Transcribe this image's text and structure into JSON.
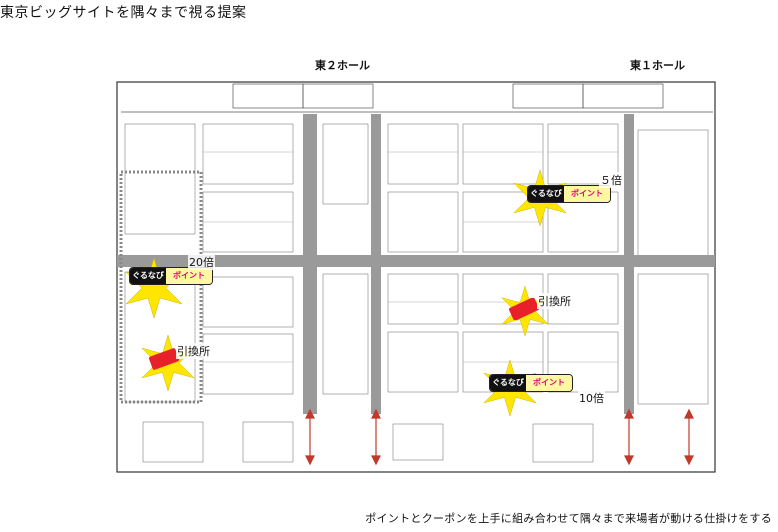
{
  "title": "東京ビッグサイトを隅々まで視る提案",
  "caption": "ポイントとクーポンを上手に組み合わせて隅々まで来場者が動ける仕掛けをする",
  "halls": {
    "east2": "東２ホール",
    "east1": "東１ホール"
  },
  "badges": [
    {
      "left_text": "ぐるなび",
      "right_text": "ポイント",
      "rank": "20倍"
    },
    {
      "left_text": "ぐるなび",
      "right_text": "ポイント",
      "rank": "５倍"
    },
    {
      "left_text": "ぐるなび",
      "right_text": "ポイント",
      "rank": "10倍"
    }
  ],
  "exchange_label": "引換所",
  "colors": {
    "aisle": "#9a9a9a",
    "arrow": "#c0392b",
    "badge_pink": "#e0007a",
    "badge_yellow": "#fff8a0",
    "burst": "#ffe600",
    "coupon": "#e8202a"
  }
}
